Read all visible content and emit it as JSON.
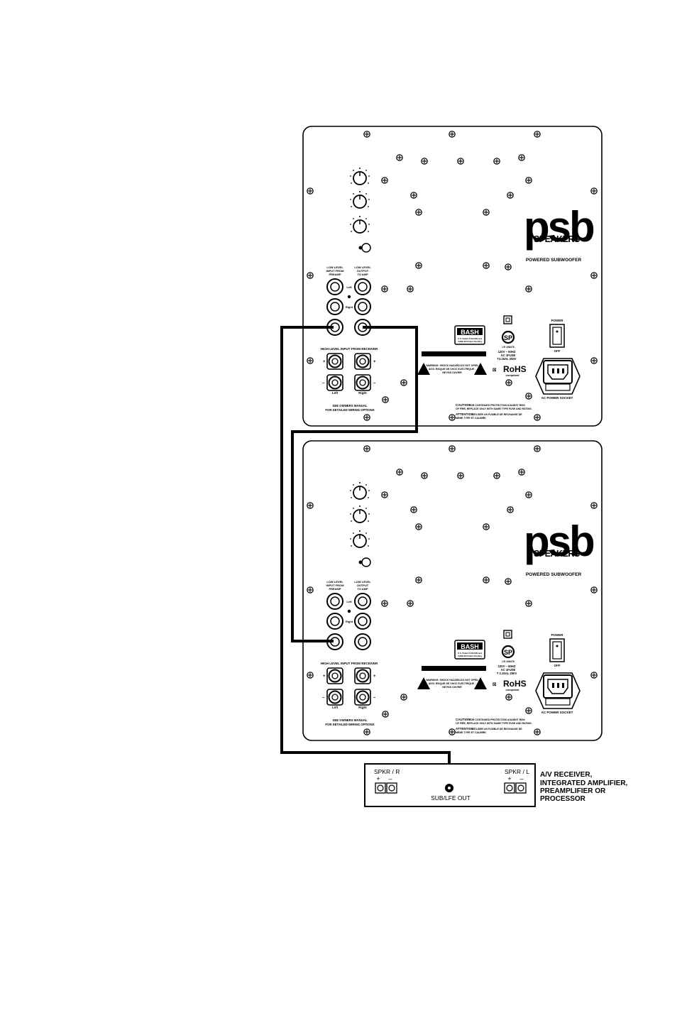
{
  "panels": [
    {
      "brand": "psb",
      "brand_sub": "SPEAKERS",
      "product": "POWERED SUBWOOFER",
      "low_in": [
        "LOW LEVEL",
        "INPUT FROM",
        "PREAMP"
      ],
      "low_out": [
        "LOW LEVEL",
        "OUTPUT",
        "TO AMP"
      ],
      "left_label": "Left",
      "right_label": "Right",
      "high_level": "HIGH LEVEL INPUT FROM RECEIVER",
      "see_manual": [
        "SEE OWNERS MANUAL",
        "FOR DETAILED WIRING OPTIONS"
      ],
      "bash": "BASH",
      "bash_sub": [
        "U.S. Patent 5,612,629 and",
        "5,898,340 Patent Pending"
      ],
      "rating": [
        "120V ~ 60HZ",
        "AC 1FUSE",
        "T3.15AL 250V"
      ],
      "cert": "LR 106476",
      "rohs": "RoHS",
      "rohs_sub": "compliant",
      "warning": [
        "WARNING: SHOCK HAZARD-DO NOT OPEN",
        "AVIS: RISQUE DE CHOC ELECTRIQUE -",
        "NE PAS OUVRIR"
      ],
      "caution": "CAUTION:",
      "caution_text": [
        "FOR CONTINUED PROTECTION AGAINST RISK",
        "OF FIRE, REPLACE ONLY WITH SAME TYPE FUSE AND RATING."
      ],
      "attention": "ATTENTION:",
      "attention_text": [
        "UTILISER UN FUSIBLE DE RECHANGE DE",
        "MEME TYPE ET CALIBRE."
      ],
      "power": "POWER",
      "off": "OFF",
      "ac_socket": "AC POWER SOCKET"
    },
    {
      "brand": "psb",
      "brand_sub": "SPEAKERS",
      "product": "POWERED SUBWOOFER",
      "low_in": [
        "LOW LEVEL",
        "INPUT FROM",
        "PREAMP"
      ],
      "low_out": [
        "LOW LEVEL",
        "OUTPUT",
        "TO AMP"
      ],
      "left_label": "Left",
      "right_label": "Right",
      "high_level": "HIGH LEVEL INPUT FROM RECEIVER",
      "see_manual": [
        "SEE OWNERS MANUAL",
        "FOR DETAILED WIRING OPTIONS"
      ],
      "bash": "BASH",
      "bash_sub": [
        "U.S. Patent 5,612,629 and",
        "5,898,340 Patent Pending"
      ],
      "rating": [
        "120V ~ 60HZ",
        "AC 1FUSE",
        "T 3.15AL 250V"
      ],
      "cert": "LR 106476",
      "rohs": "RoHS",
      "rohs_sub": "compliant",
      "warning": [
        "WARNING: SHOCK HAZARD-DO NOT OPEN",
        "AVIS: RISQUE DE CHOC ELECTRIQUE -",
        "NE PAS OUVRIR"
      ],
      "caution": "CAUTION:",
      "caution_text": [
        "FOR CONTINUED PROTECTION AGAINST RISK",
        "OF FIRE, REPLACE ONLY WITH SAME TYPE FUSE AND RATING."
      ],
      "attention": "ATTENTION:",
      "attention_text": [
        "UTILISER UN FUSIBLE DE RECHANGE DE",
        "MEME TYPE ET CALIBRE."
      ],
      "power": "POWER",
      "off": "OFF",
      "ac_socket": "AC POWER SOCKET"
    }
  ],
  "receiver": {
    "spkr_r": "SPKR / R",
    "spkr_l": "SPKR / L",
    "plus": "+",
    "minus": "–",
    "sub_out": "SUB/LFE OUT",
    "label": [
      "A/V  RECEIVER,",
      "INTEGRATED AMPLIFIER,",
      "PREAMPLIFIER OR",
      "PROCESSOR"
    ]
  },
  "colors": {
    "ink": "#000000",
    "paper": "#ffffff"
  }
}
